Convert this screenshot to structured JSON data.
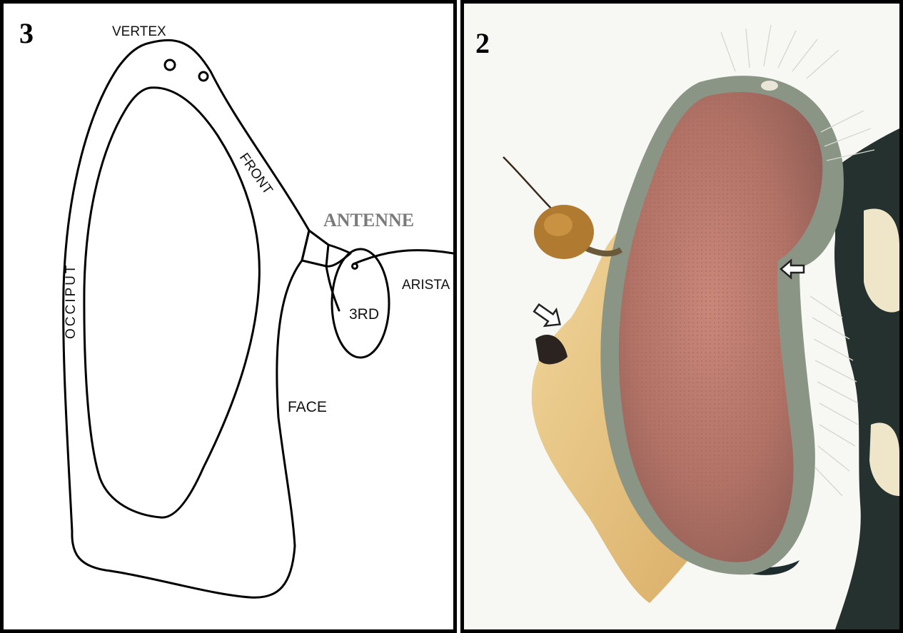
{
  "left_panel": {
    "number": "3",
    "labels": {
      "vertex": "VERTEX",
      "front": "FRONT",
      "occiput": "OCCIPUT",
      "antenne": "ANTENNE",
      "arista": "ARISTA",
      "third": "3RD",
      "face": "FACE"
    }
  },
  "right_panel": {
    "number": "2"
  },
  "colors": {
    "frame": "#000000",
    "antenne_label": "#7a7a7a",
    "eye": "#b77868",
    "eye_border": "#8f9a8a",
    "face_yellow": "#e7c585",
    "dark_band": "#1e2a2e",
    "antenna_brown": "#b07a30"
  }
}
